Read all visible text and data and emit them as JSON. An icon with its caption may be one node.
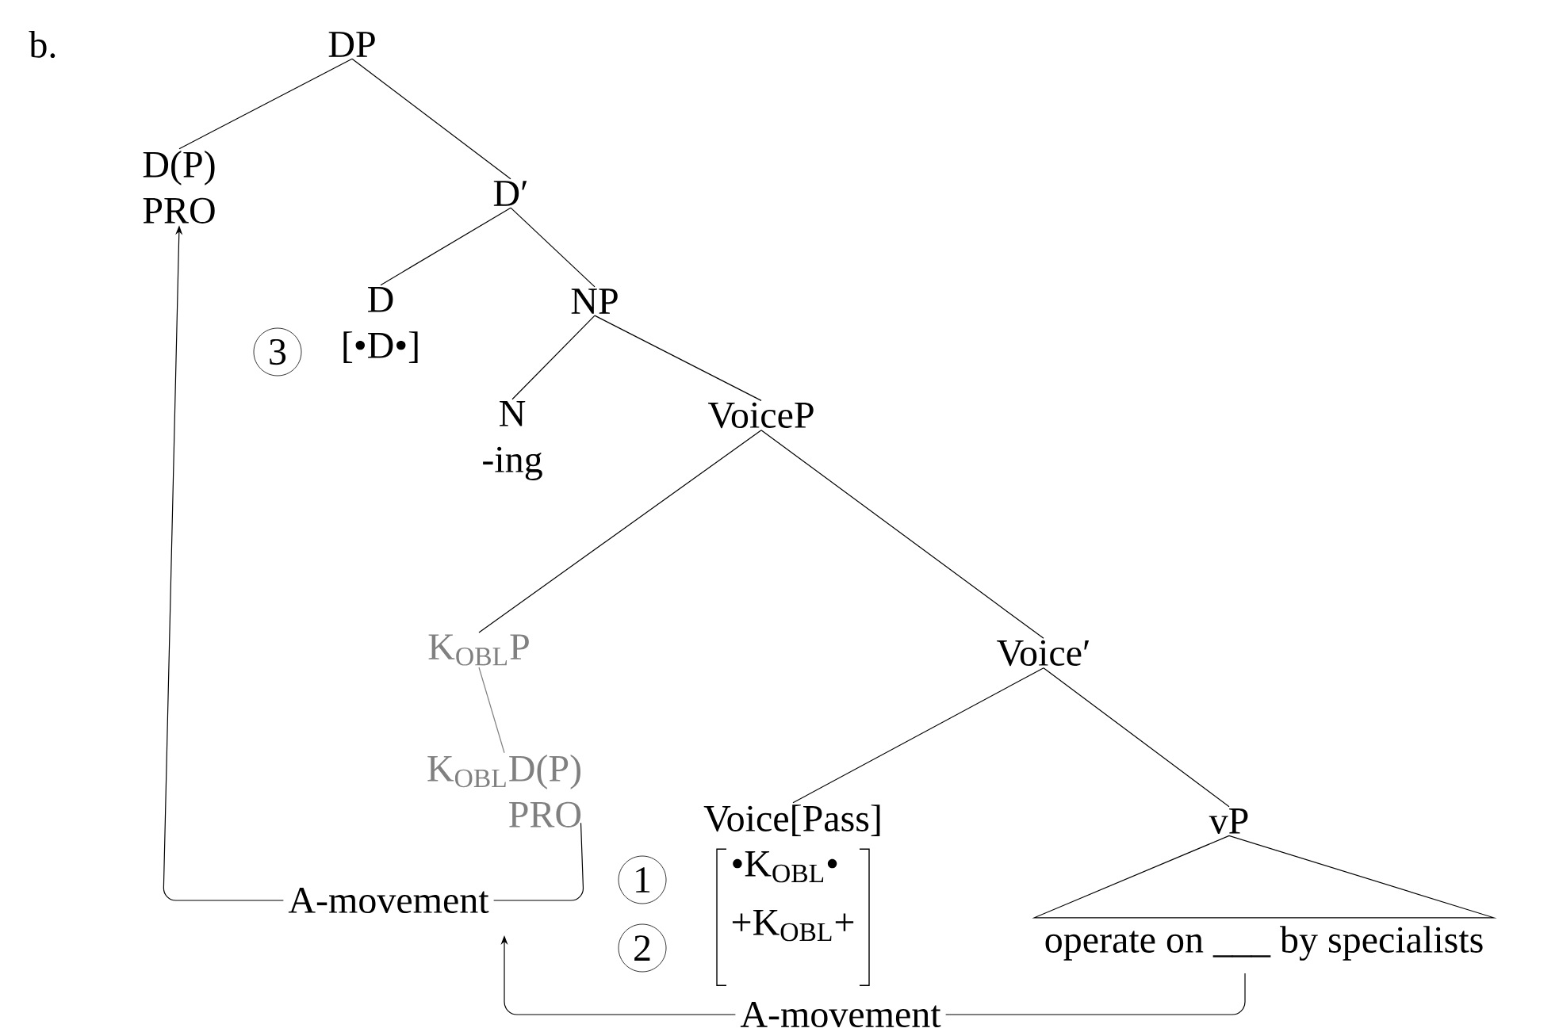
{
  "diagram": {
    "nodes": [
      {
        "text": [
          "DP"
        ]
      },
      {
        "text": [
          "D(P)",
          "PRO"
        ]
      },
      {
        "text": [
          "D′"
        ]
      },
      {
        "text": [
          "D",
          "[•D•]"
        ]
      },
      {
        "text": [
          "NP"
        ]
      },
      {
        "text": [
          "N",
          "-ing"
        ]
      },
      {
        "text": [
          "VoiceP"
        ]
      },
      {
        "text": [
          "K$_{OBL}$P"
        ]
      },
      {
        "text": [
          "K$_{OBL}$D(P)",
          "PRO"
        ]
      },
      {
        "text": [
          "Voice′"
        ]
      },
      {
        "text": [
          "Voice[Pass]",
          "•K$_{OBL}$•",
          "+K$_{OBL}$+"
        ]
      },
      {
        "text": [
          "vP"
        ]
      },
      {
        "text": [
          "operate on ___ by specialists"
        ]
      },
      {
        "text": [
          "3"
        ]
      },
      {
        "text": [
          "1"
        ]
      },
      {
        "text": [
          "2"
        ]
      }
    ],
    "edges": [
      {
        "from": 0,
        "to": 1,
        "arrow": "none"
      },
      {
        "from": 0,
        "to": 2,
        "arrow": "none"
      },
      {
        "from": 2,
        "to": 3,
        "arrow": "none"
      },
      {
        "from": 2,
        "to": 4,
        "arrow": "none"
      },
      {
        "from": 4,
        "to": 5,
        "arrow": "none"
      },
      {
        "from": 4,
        "to": 6,
        "arrow": "none"
      },
      {
        "from": 6,
        "to": 7,
        "arrow": "none"
      },
      {
        "from": 6,
        "to": 9,
        "arrow": "none"
      },
      {
        "from": 7,
        "to": 8,
        "arrow": "none",
        "color": "#808080"
      },
      {
        "from": 9,
        "to": 10,
        "arrow": "none"
      },
      {
        "from": 9,
        "to": 11,
        "arrow": "none"
      },
      {
        "from": 11,
        "to": 12,
        "arrow": "none"
      },
      {
        "from": 8,
        "to": 1,
        "arrow": "to",
        "label": "A-movement"
      },
      {
        "from": 12,
        "to": 8,
        "arrow": "to",
        "label": "A-movement"
      }
    ],
    "labels": [
      "b."
    ]
  }
}
